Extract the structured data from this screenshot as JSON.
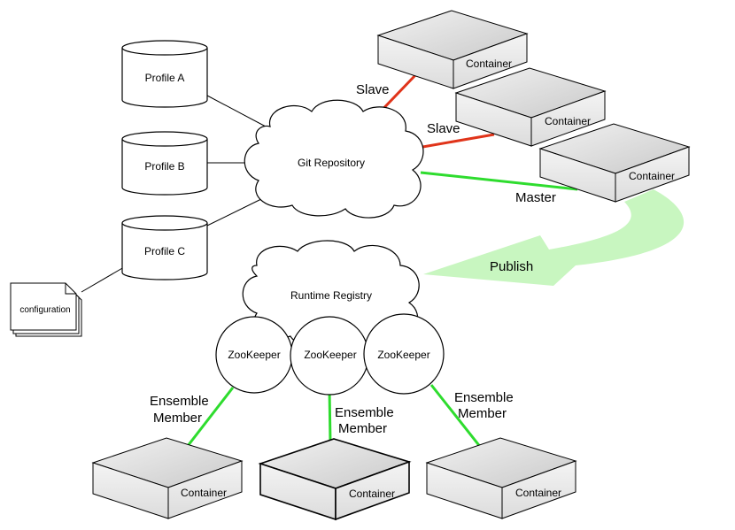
{
  "profiles": [
    "Profile A",
    "Profile B",
    "Profile C"
  ],
  "configuration_label": "configuration",
  "git_repository_label": "Git Repository",
  "runtime_registry_label": "Runtime Registry",
  "zookeeper_labels": [
    "ZooKeeper",
    "ZooKeeper",
    "ZooKeeper"
  ],
  "top_containers": [
    "Container",
    "Container",
    "Container"
  ],
  "bottom_containers": [
    "Container",
    "Container",
    "Container"
  ],
  "link_labels": {
    "slave_1": "Slave",
    "slave_2": "Slave",
    "master": "Master",
    "publish": "Publish"
  },
  "ensemble_labels": [
    {
      "line1": "Ensemble",
      "line2": "Member"
    },
    {
      "line1": "Ensemble",
      "line2": "Member"
    },
    {
      "line1": "Ensemble",
      "line2": "Member"
    }
  ],
  "colors": {
    "slave_link": "#e0341a",
    "master_link": "#2edc2e",
    "publish_arrow": "#c8f6c0",
    "stroke": "#000000",
    "box_top": "#e6e6e6",
    "box_side": "#bdbdbd"
  }
}
